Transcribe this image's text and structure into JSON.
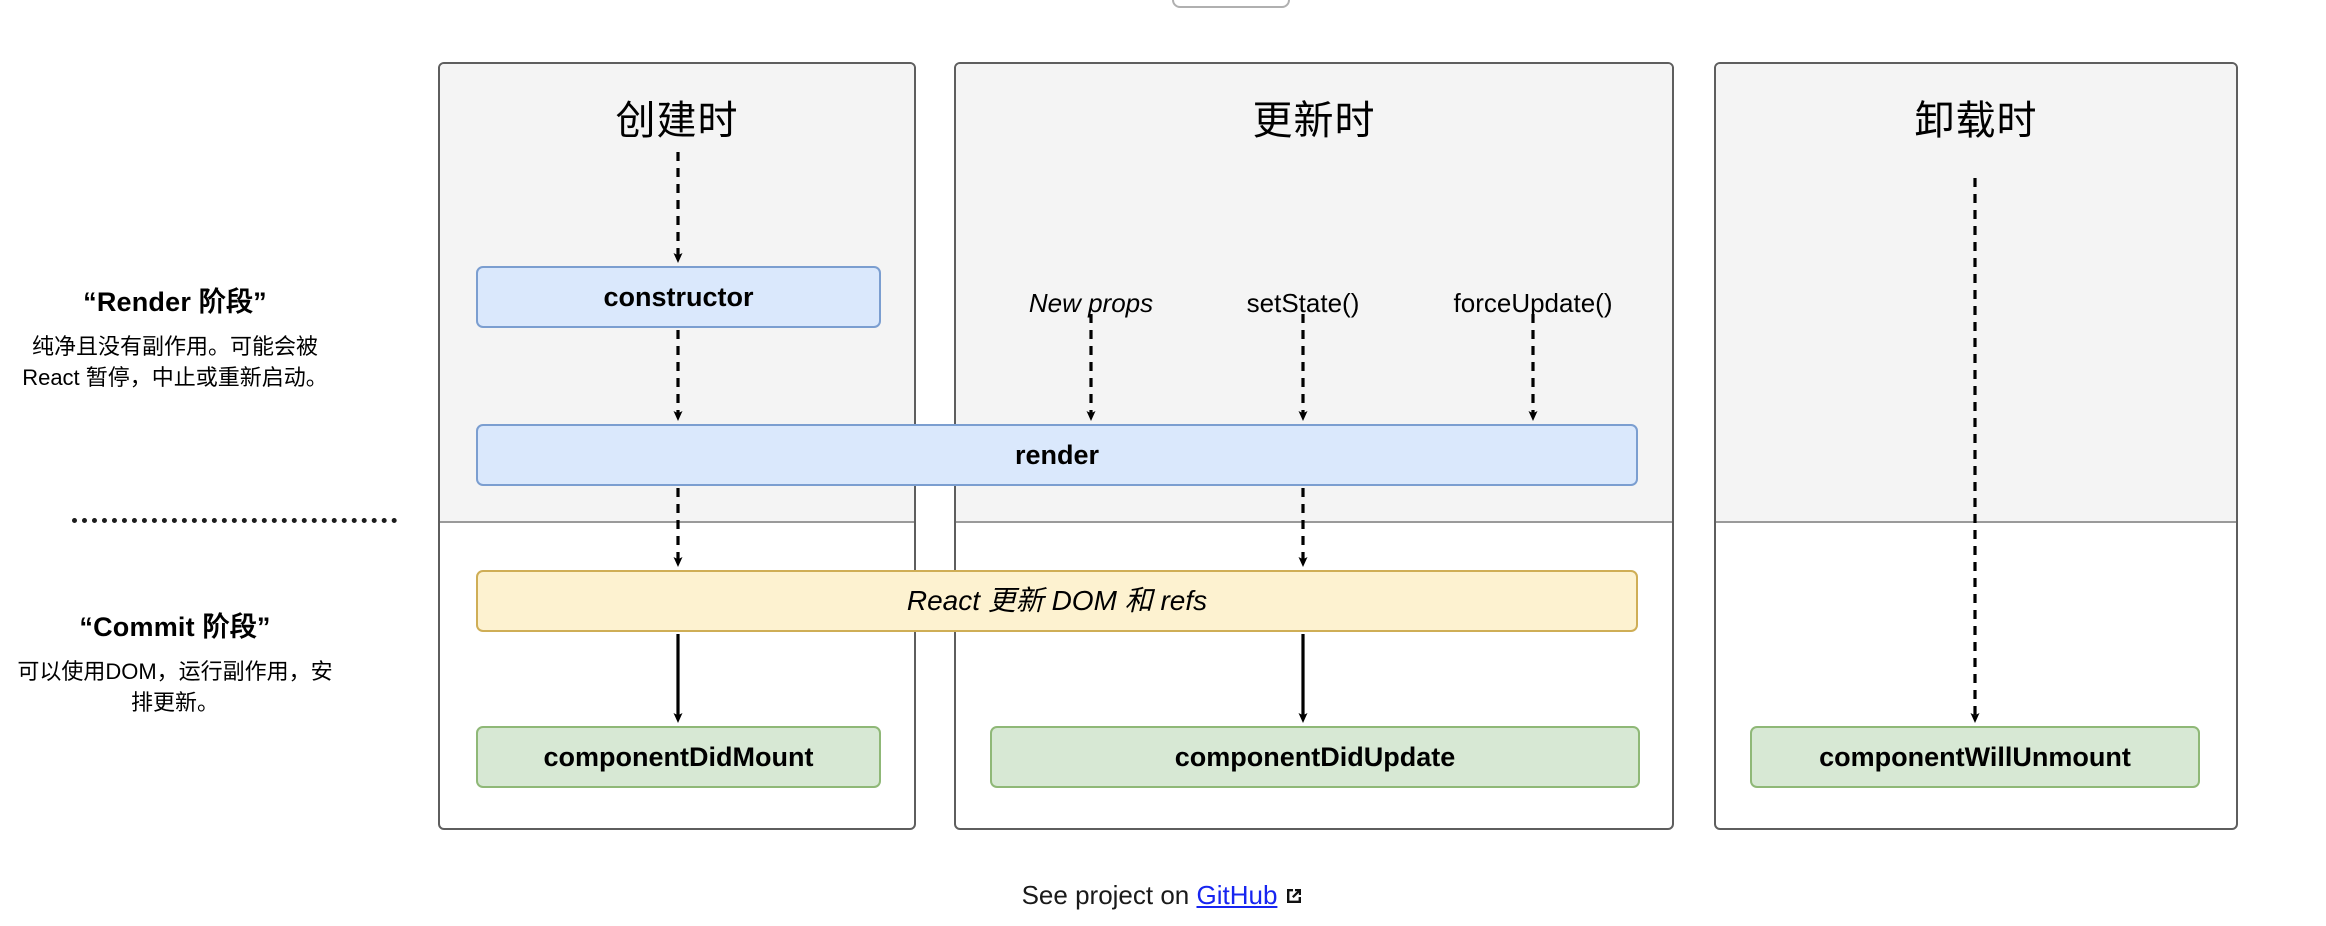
{
  "diagram": {
    "title": "React Component Lifecycle",
    "top_control": {
      "name": "clipped-pill-control",
      "label": ""
    },
    "legend": [
      {
        "id": "render-phase",
        "title": "“Render 阶段”",
        "body": "纯净且没有副作用。可能会被 React 暂停，中止或重新启动。"
      },
      {
        "id": "commit-phase",
        "title": "“Commit 阶段”",
        "body": "可以使用DOM，运行副作用，安排更新。"
      }
    ],
    "panels": [
      {
        "id": "mounting",
        "title": "创建时"
      },
      {
        "id": "updating",
        "title": "更新时"
      },
      {
        "id": "unmounting",
        "title": "卸载时"
      }
    ],
    "triggers": [
      {
        "id": "new-props",
        "label": "New props",
        "style": "italic"
      },
      {
        "id": "set-state",
        "label": "setState()",
        "style": "normal"
      },
      {
        "id": "force-update",
        "label": "forceUpdate()",
        "style": "normal"
      }
    ],
    "nodes": [
      {
        "id": "constructor",
        "label": "constructor",
        "color": "blue"
      },
      {
        "id": "render",
        "label": "render",
        "color": "blue"
      },
      {
        "id": "dom-refs",
        "label": "React 更新 DOM 和 refs",
        "color": "yellow",
        "style": "italic"
      },
      {
        "id": "componentDidMount",
        "label": "componentDidMount",
        "color": "green"
      },
      {
        "id": "componentDidUpdate",
        "label": "componentDidUpdate",
        "color": "green"
      },
      {
        "id": "componentWillUnmount",
        "label": "componentWillUnmount",
        "color": "green"
      }
    ],
    "footer": {
      "prefix": "See project on ",
      "link_text": "GitHub",
      "external_icon": "external-link-icon"
    },
    "colors": {
      "blue_fill": "#dae8fc",
      "blue_stroke": "#7b9ed0",
      "yellow_fill": "#fdf2d0",
      "yellow_stroke": "#cfae56",
      "green_fill": "#d7e8d4",
      "green_stroke": "#8fb877",
      "panel_top_fill": "#f4f4f4",
      "panel_stroke": "#5e5e5e",
      "link": "#1725f0",
      "background": "#ffffff"
    }
  }
}
